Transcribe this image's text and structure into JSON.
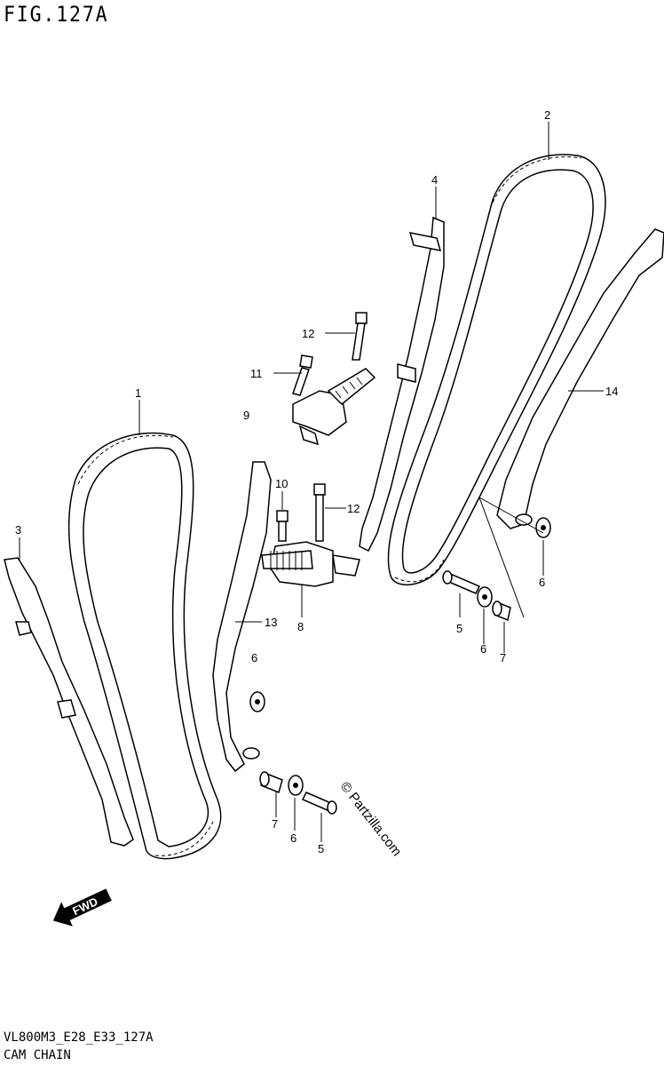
{
  "header": {
    "figure": "FIG.127A"
  },
  "footer": {
    "model_code": "VL800M3_E28_E33_127A",
    "section": "CAM CHAIN"
  },
  "watermark": "© Partzilla.com",
  "direction_arrow": "FWD",
  "callouts": [
    "1",
    "2",
    "3",
    "4",
    "5",
    "5",
    "6",
    "6",
    "6",
    "6",
    "7",
    "7",
    "8",
    "9",
    "10",
    "11",
    "12",
    "12",
    "13",
    "14"
  ]
}
